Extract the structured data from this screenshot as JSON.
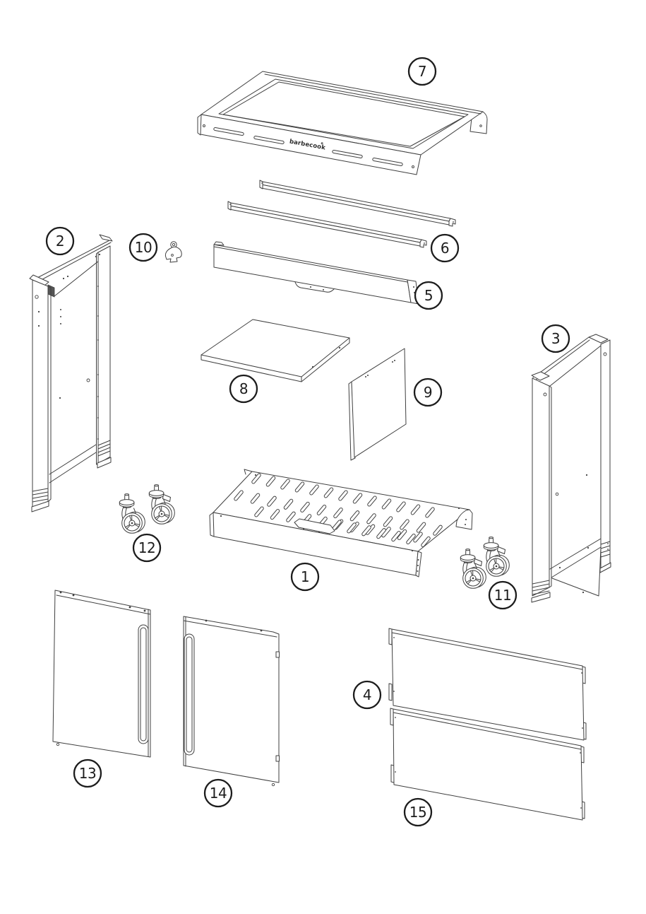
{
  "page": {
    "background": "#ffffff",
    "line_color": "#3f3f3f",
    "callout_color": "#1c1c1c"
  },
  "diagram": {
    "brand_label": "barbecook",
    "callouts": [
      {
        "number": "1"
      },
      {
        "number": "2"
      },
      {
        "number": "3"
      },
      {
        "number": "4"
      },
      {
        "number": "5"
      },
      {
        "number": "6"
      },
      {
        "number": "7"
      },
      {
        "number": "8"
      },
      {
        "number": "9"
      },
      {
        "number": "10"
      },
      {
        "number": "11"
      },
      {
        "number": "12"
      },
      {
        "number": "13"
      },
      {
        "number": "14"
      },
      {
        "number": "15"
      }
    ]
  }
}
